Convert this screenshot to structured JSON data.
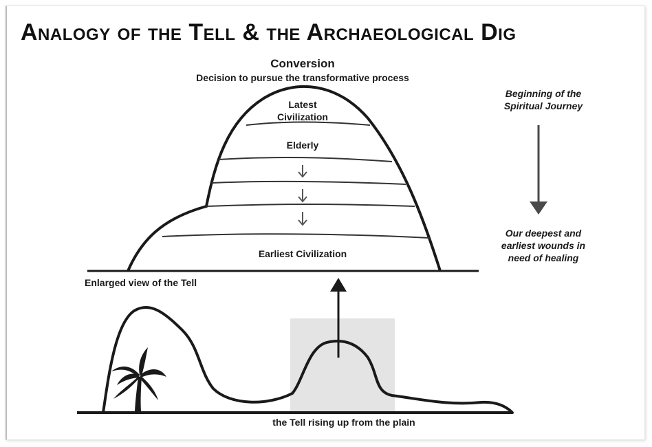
{
  "title": "Analogy of the Tell & the Archaeological Dig",
  "top_caption": {
    "heading": "Conversion",
    "subheading": "Decision to pursue the transformative process"
  },
  "tell_layers": {
    "latest_line1": "Latest",
    "latest_line2": "Civilization",
    "elderly": "Elderly",
    "earliest": "Earliest Civilization"
  },
  "labels": {
    "enlarged_view": "Enlarged view of the Tell",
    "plain_caption": "the Tell rising up from the plain"
  },
  "side_notes": {
    "beginning_line1": "Beginning of the",
    "beginning_line2": "Spiritual Journey",
    "wounds_line1": "Our deepest  and",
    "wounds_line2": "earliest wounds in",
    "wounds_line3": "need of healing"
  },
  "colors": {
    "ink": "#1a1a1a",
    "highlight_box": "#e4e4e4",
    "arrow": "#4a4a4a"
  }
}
